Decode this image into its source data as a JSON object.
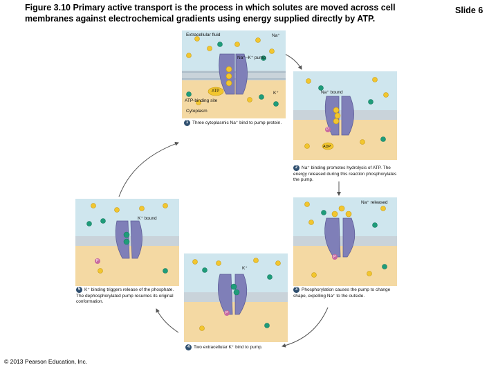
{
  "header": {
    "title": "Figure 3.10 Primary active transport is the process in which solutes are moved across cell membranes against electrochemical gradients using energy supplied directly by ATP.",
    "slide": "Slide 6"
  },
  "footer": {
    "copyright": "© 2013 Pearson Education, Inc."
  },
  "panel1": {
    "extracellular": "Extracellular fluid",
    "na": "Na⁺",
    "pump": "Na⁺–K⁺ pump",
    "atp": "ATP",
    "k": "K⁺",
    "atp_site": "ATP-binding site",
    "cytoplasm": "Cytoplasm",
    "step_num": "1",
    "step_text": "Three cytoplasmic Na⁺ bind to pump protein."
  },
  "panel2": {
    "na_bound": "Na⁺ bound",
    "p": "P",
    "adp": "ADP",
    "step_num": "2",
    "step_text": "Na⁺ binding promotes hydrolysis of ATP. The energy released during this reaction phosphorylates the pump."
  },
  "panel3": {
    "na_released": "Na⁺ released",
    "p": "P",
    "step_num": "3",
    "step_text": "Phosphorylation causes the pump to change shape, expelling Na⁺ to the outside."
  },
  "panel4": {
    "k": "K⁺",
    "p": "P",
    "step_num": "4",
    "step_text": "Two extracellular K⁺ bind to pump."
  },
  "panel5": {
    "k_bound": "K⁺ bound",
    "p": "P",
    "step_num": "5",
    "step_text": "K⁺ binding triggers release of the phosphate. The dephosphorylated pump resumes its original conformation."
  },
  "colors": {
    "extracellular": "#cfe6ee",
    "cytoplasm": "#f4d9a3",
    "membrane": "#8fa7b8",
    "pump": "#7f7fb8",
    "sodium": "#f2c62f",
    "potassium": "#1f9c7a",
    "phosphate": "#c86aa0"
  }
}
